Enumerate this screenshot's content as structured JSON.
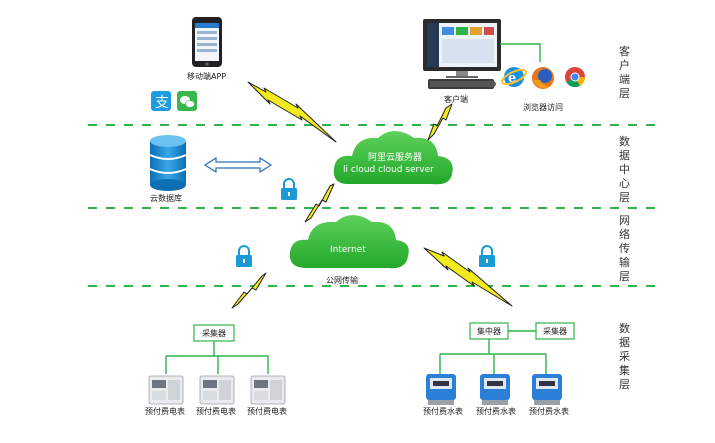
{
  "layers": {
    "client": [
      "客",
      "户",
      "端",
      "层"
    ],
    "datacenter": [
      "数",
      "据",
      "中",
      "心",
      "层"
    ],
    "network": [
      "网",
      "络",
      "传",
      "输",
      "层"
    ],
    "collect": [
      "数",
      "据",
      "采",
      "集",
      "层"
    ]
  },
  "nodes": {
    "mobile_app": "移动端APP",
    "client_pc": "客户端",
    "browser_access": "浏览器访问",
    "cloud_db": "云数据库",
    "aliyun_title": "阿里云服务器",
    "aliyun_sub": "li cloud  cloud server",
    "internet_title": "Internet",
    "public_net": "公网传输",
    "collector_left": "采集器",
    "concentrator": "集中器",
    "collector_right": "采集器",
    "meters_electric": [
      "预付费电表",
      "预付费电表",
      "预付费电表"
    ],
    "meters_water": [
      "预付费水表",
      "预付费水表",
      "预付费水表"
    ]
  },
  "colors": {
    "accent": "#2fb44a",
    "bolt": "#f2ea1d",
    "lock": "#1b9ad6"
  }
}
